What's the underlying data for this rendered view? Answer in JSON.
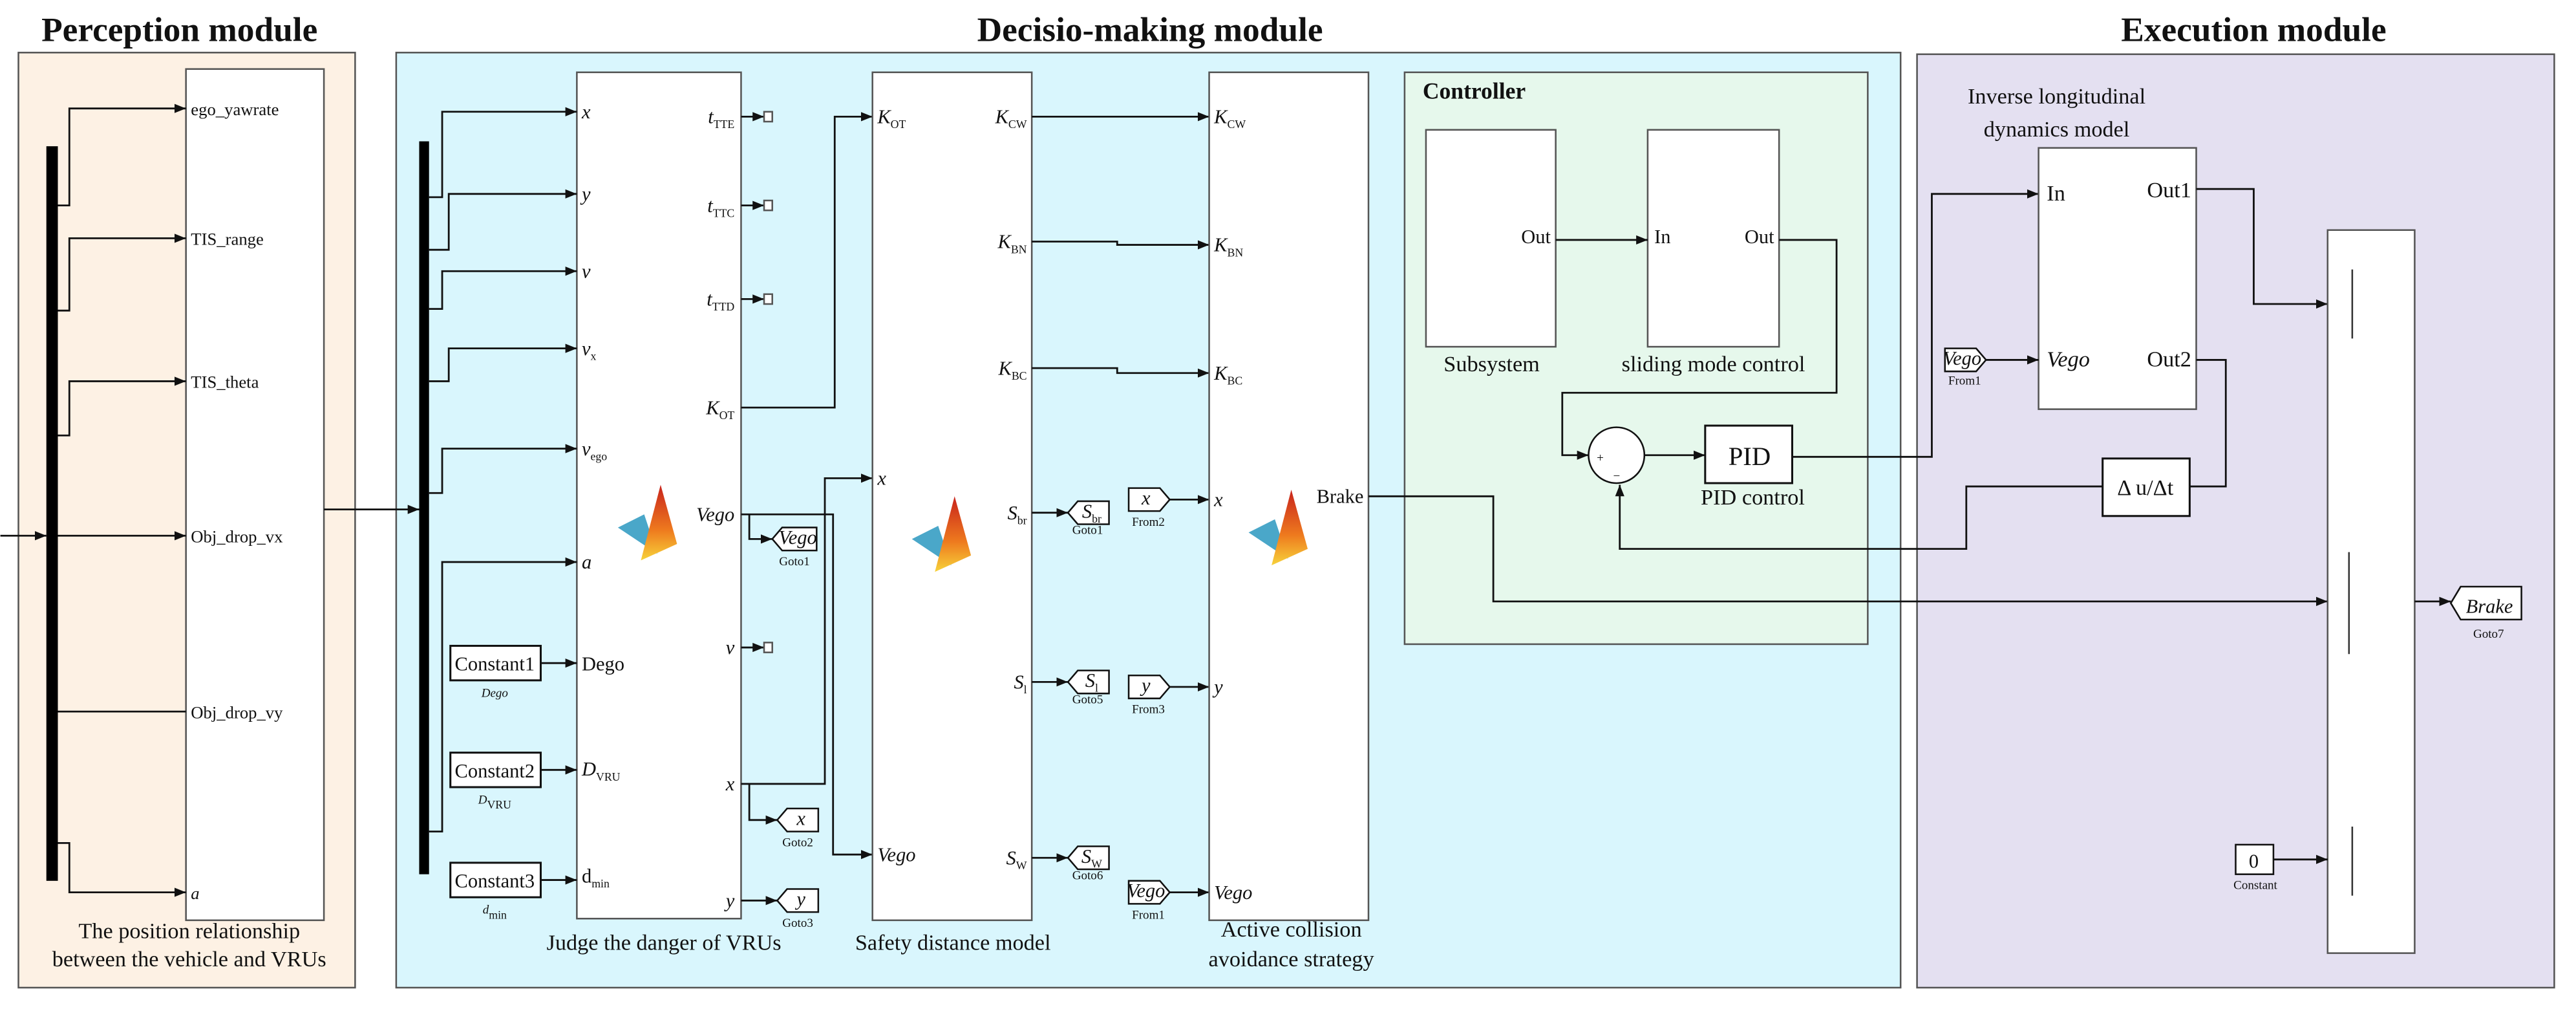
{
  "titles": {
    "perception": "Perception module",
    "decision": "Decisio-making module",
    "execution": "Execution module"
  },
  "colors": {
    "perception_bg": "#fdf1e4",
    "decision_bg": "#d9f6fd",
    "controller_bg": "#e6f8ec",
    "execution_bg": "#e4e0f1"
  },
  "perception": {
    "ports": [
      {
        "m": "ego_yawrate"
      },
      {
        "m": "TIS_range"
      },
      {
        "m": "TIS_theta"
      },
      {
        "m": "Obj_drop_vx"
      },
      {
        "m": "Obj_drop_vy"
      },
      {
        "m": "a"
      }
    ],
    "caption": [
      "The position relationship",
      "between the vehicle and VRUs"
    ]
  },
  "judge": {
    "inputs": [
      {
        "m": "x"
      },
      {
        "m": "y"
      },
      {
        "m": "v"
      },
      {
        "m": "v",
        "s": "x"
      },
      {
        "m": "v",
        "s": "ego"
      },
      {
        "m": "a"
      },
      {
        "m": "Dego"
      },
      {
        "m": "D",
        "s": "VRU"
      },
      {
        "m": "d",
        "s": "min"
      }
    ],
    "outputs": [
      {
        "m": "t",
        "s": "TTE"
      },
      {
        "m": "t",
        "s": "TTC"
      },
      {
        "m": "t",
        "s": "TTD"
      },
      {
        "m": "K",
        "s": "OT"
      },
      {
        "m": "Vego"
      },
      {
        "m": "v"
      },
      {
        "m": "x"
      },
      {
        "m": "y"
      }
    ],
    "caption": "Judge the danger of VRUs"
  },
  "constants": [
    {
      "name": "Constant1",
      "label": {
        "m": "Dego"
      }
    },
    {
      "name": "Constant2",
      "label": {
        "m": "D",
        "s": "VRU"
      }
    },
    {
      "name": "Constant3",
      "label": {
        "m": "d",
        "s": "min"
      }
    }
  ],
  "judge_gotos": [
    {
      "tag": {
        "m": "Vego"
      },
      "name": "Goto1"
    },
    {
      "tag": {
        "m": "x"
      },
      "name": "Goto2"
    },
    {
      "tag": {
        "m": "y"
      },
      "name": "Goto3"
    }
  ],
  "safety": {
    "inputs": [
      {
        "m": "K",
        "s": "OT"
      },
      {
        "m": "x"
      },
      {
        "m": "Vego"
      }
    ],
    "outputs": [
      {
        "m": "K",
        "s": "CW"
      },
      {
        "m": "K",
        "s": "BN"
      },
      {
        "m": "K",
        "s": "BC"
      },
      {
        "m": "S",
        "s": "br"
      },
      {
        "m": "S",
        "s": "l"
      },
      {
        "m": "S",
        "s": "W"
      }
    ],
    "caption": "Safety distance model"
  },
  "safety_gotos": [
    {
      "tag": {
        "m": "S",
        "s": "br"
      },
      "name": "Goto1"
    },
    {
      "tag": {
        "m": "S",
        "s": "l"
      },
      "name": "Goto5"
    },
    {
      "tag": {
        "m": "S",
        "s": "W"
      },
      "name": "Goto6"
    }
  ],
  "froms": [
    {
      "tag": {
        "m": "x"
      },
      "name": "From2"
    },
    {
      "tag": {
        "m": "y"
      },
      "name": "From3"
    },
    {
      "tag": {
        "m": "Vego"
      },
      "name": "From1"
    }
  ],
  "active": {
    "inputs": [
      {
        "m": "K",
        "s": "CW"
      },
      {
        "m": "K",
        "s": "BN"
      },
      {
        "m": "K",
        "s": "BC"
      },
      {
        "m": "x"
      },
      {
        "m": "y"
      },
      {
        "m": "Vego"
      }
    ],
    "output": {
      "m": "Brake"
    },
    "caption": [
      "Active collision",
      "avoidance strategy"
    ]
  },
  "controller": {
    "title": "Controller",
    "subsystem": {
      "out": "Out",
      "caption": "Subsystem"
    },
    "smc": {
      "in": "In",
      "out": "Out",
      "caption": "sliding mode control"
    },
    "sum_signs": [
      "+",
      "−"
    ],
    "pid": {
      "label": "PID",
      "caption": "PID control"
    }
  },
  "execution": {
    "inverse": {
      "caption": [
        "Inverse longitudinal",
        "dynamics model"
      ],
      "in": "In",
      "vego": "Vego",
      "out1": "Out1",
      "out2": "Out2"
    },
    "from": {
      "tag": {
        "m": "Vego"
      },
      "name": "From1"
    },
    "derivative": "Δ u/Δt",
    "constant": {
      "value": "0",
      "name": "Constant"
    },
    "goto": {
      "tag": {
        "m": "Brake"
      },
      "name": "Goto7"
    }
  }
}
